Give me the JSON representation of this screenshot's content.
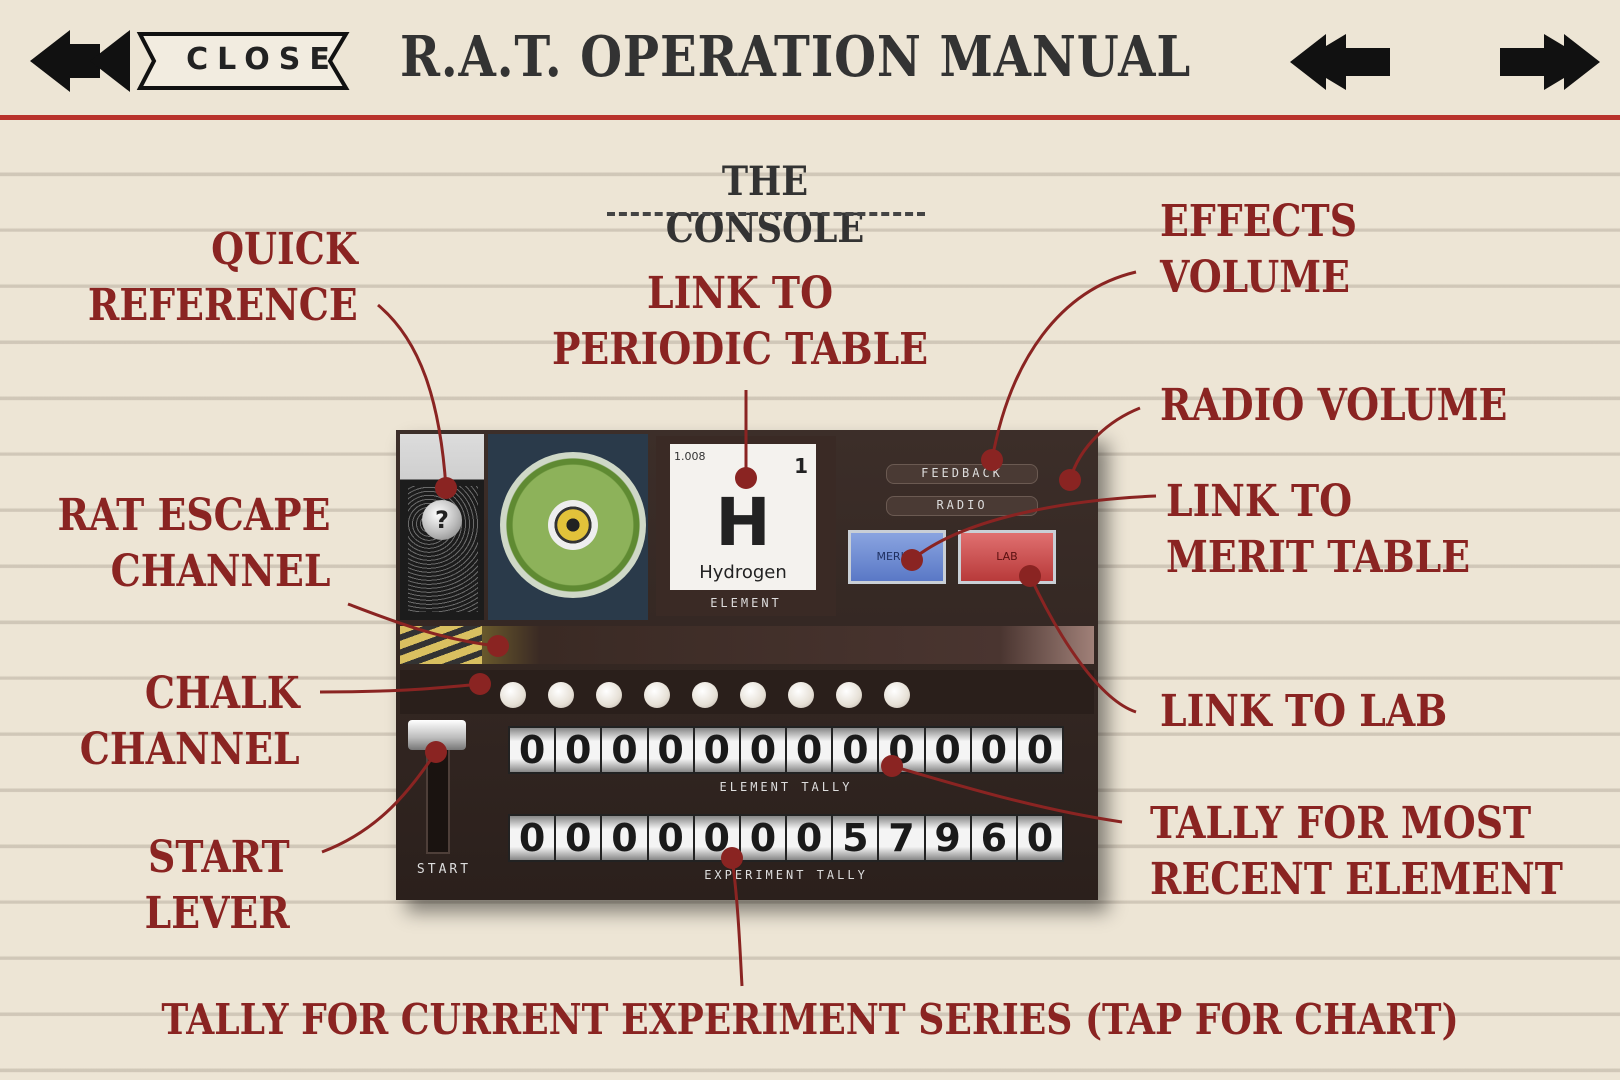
{
  "header": {
    "close_label": "CLOSE",
    "title": "R.A.T. OPERATION MANUAL",
    "prev_icon": "double-arrow-left-icon",
    "next_icon": "double-arrow-right-icon"
  },
  "section": {
    "title": "THE CONSOLE"
  },
  "callouts": {
    "quick_reference": [
      "QUICK",
      "REFERENCE"
    ],
    "periodic_table": [
      "LINK TO",
      "PERIODIC TABLE"
    ],
    "effects_volume": [
      "EFFECTS",
      "VOLUME"
    ],
    "radio_volume": "RADIO VOLUME",
    "merit_table": [
      "LINK TO",
      "MERIT TABLE"
    ],
    "rat_escape": [
      "RAT ESCAPE",
      "CHANNEL"
    ],
    "chalk": [
      "CHALK",
      "CHANNEL"
    ],
    "lab": "LINK TO LAB",
    "start_lever": [
      "START",
      "LEVER"
    ],
    "recent_element": [
      "TALLY FOR MOST",
      "RECENT ELEMENT"
    ],
    "experiment_series": "TALLY FOR CURRENT EXPERIMENT SERIES (TAP FOR CHART)"
  },
  "console": {
    "quick_ref_symbol": "?",
    "element": {
      "mass": "1.008",
      "number": "1",
      "symbol": "H",
      "name": "Hydrogen",
      "plate": "ELEMENT"
    },
    "feedback_label": "FEEDBACK",
    "radio_label": "RADIO",
    "merits_button": "MERITS",
    "lab_button": "LAB",
    "start_label": "START",
    "element_tally_label": "ELEMENT TALLY",
    "experiment_tally_label": "EXPERIMENT TALLY",
    "element_tally_digits": [
      "0",
      "0",
      "0",
      "0",
      "0",
      "0",
      "0",
      "0",
      "0",
      "0",
      "0",
      "0"
    ],
    "experiment_tally_digits": [
      "0",
      "0",
      "0",
      "0",
      "0",
      "0",
      "0",
      "5",
      "7",
      "9",
      "6",
      "0"
    ],
    "chalk_count": 9
  },
  "colors": {
    "accent_red": "#8a2422",
    "rule_red": "#b9322c",
    "paper": "#ede5d5",
    "ink": "#333333"
  }
}
